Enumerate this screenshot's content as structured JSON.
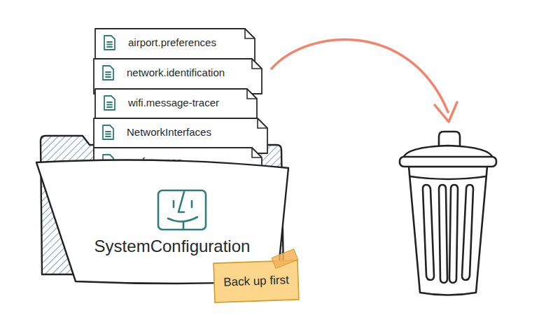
{
  "diagram": {
    "nodes": [
      {
        "text": [
          "SystemConfiguration"
        ]
      },
      {
        "text": [
          "airport.preferences"
        ],
        "in": 0
      },
      {
        "text": [
          "network.identification"
        ],
        "in": 0
      },
      {
        "text": [
          "wifi.message-tracer"
        ],
        "in": 0
      },
      {
        "text": [
          "NetworkInterfaces"
        ],
        "in": 0
      },
      {
        "text": [
          "preferences"
        ],
        "in": 0
      },
      {
        "text": [
          "Back up first"
        ],
        "in": 0
      }
    ]
  }
}
